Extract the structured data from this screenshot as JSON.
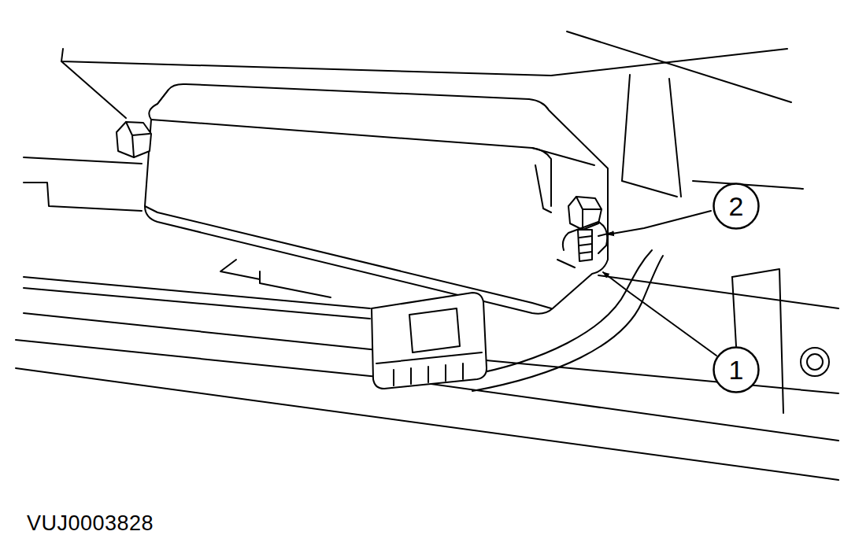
{
  "diagram": {
    "nodes": [
      {
        "text": [
          "2"
        ]
      },
      {
        "text": [
          "1"
        ]
      }
    ],
    "labels": [
      "VUJ0003828"
    ]
  }
}
